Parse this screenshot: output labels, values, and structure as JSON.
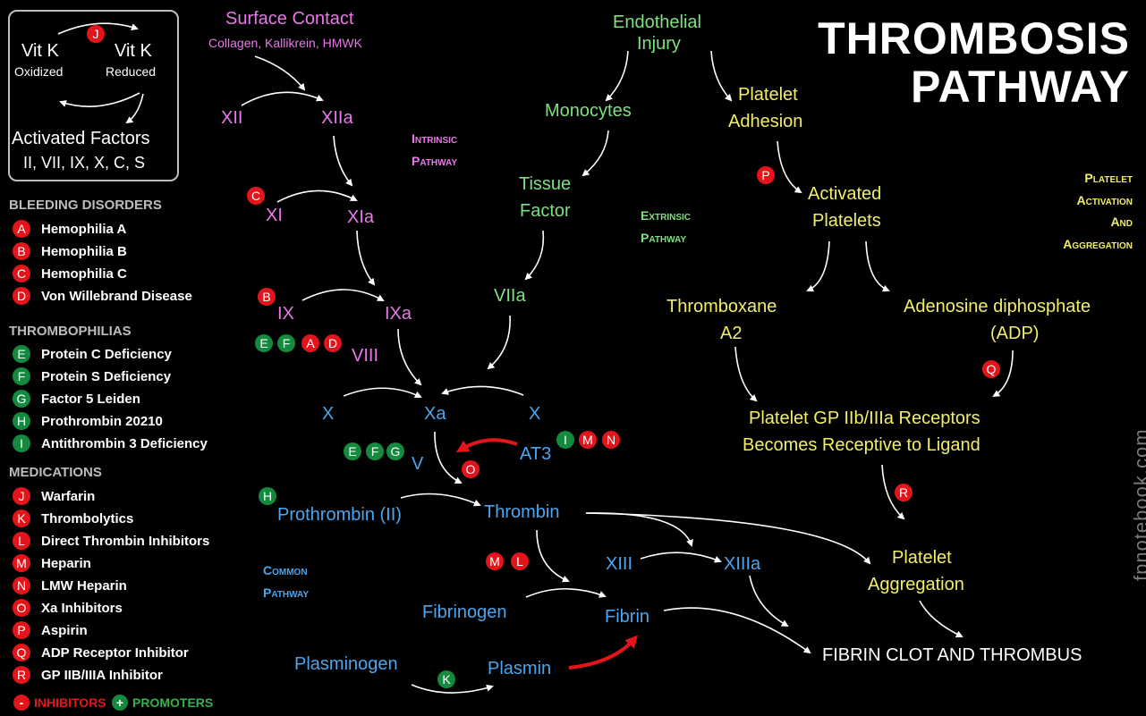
{
  "title_line1": "THROMBOSIS",
  "title_line2": "PATHWAY",
  "vitk": {
    "oxidized_a": "Vit K",
    "oxidized_b": "Oxidized",
    "reduced_a": "Vit K",
    "reduced_b": "Reduced",
    "badge": "J",
    "activated_a": "Activated Factors",
    "activated_b": "II, VII, IX, X, C, S"
  },
  "legend": {
    "bleeding_head": "BLEEDING DISORDERS",
    "bleeding": [
      {
        "letter": "A",
        "label": "Hemophilia A"
      },
      {
        "letter": "B",
        "label": "Hemophilia B"
      },
      {
        "letter": "C",
        "label": "Hemophilia C"
      },
      {
        "letter": "D",
        "label": "Von Willebrand Disease"
      }
    ],
    "thrombo_head": "THROMBOPHILIAS",
    "thrombo": [
      {
        "letter": "E",
        "label": "Protein C Deficiency"
      },
      {
        "letter": "F",
        "label": "Protein S Deficiency"
      },
      {
        "letter": "G",
        "label": "Factor 5 Leiden"
      },
      {
        "letter": "H",
        "label": "Prothrombin 20210"
      },
      {
        "letter": "I",
        "label": "Antithrombin 3 Deficiency"
      }
    ],
    "med_head": "MEDICATIONS",
    "meds": [
      {
        "letter": "J",
        "label": "Warfarin"
      },
      {
        "letter": "K",
        "label": "Thrombolytics"
      },
      {
        "letter": "L",
        "label": "Direct Thrombin Inhibitors"
      },
      {
        "letter": "M",
        "label": "Heparin"
      },
      {
        "letter": "N",
        "label": "LMW Heparin"
      },
      {
        "letter": "O",
        "label": "Xa Inhibitors"
      },
      {
        "letter": "P",
        "label": "Aspirin"
      },
      {
        "letter": "Q",
        "label": "ADP Receptor Inhibitor"
      },
      {
        "letter": "R",
        "label": "GP IIB/IIIA Inhibitor"
      }
    ],
    "inhibitors_sign": "-",
    "inhibitors": "INHIBITORS",
    "promoters_sign": "+",
    "promoters": "PROMOTERS"
  },
  "colors": {
    "inhibitor": "#e3151a",
    "promoter": "#138a3e",
    "intrinsic": "#e879e8",
    "extrinsic": "#7ee07e",
    "common": "#4aa6ef",
    "platelet": "#f2ee6a"
  },
  "intrinsic": {
    "surface_contact": "Surface Contact",
    "surface_sub": "Collagen, Kallikrein, HMWK",
    "XII": "XII",
    "XIIa": "XIIa",
    "XI": "XI",
    "XIa": "XIa",
    "IX": "IX",
    "IXa": "IXa",
    "VIII": "VIII",
    "label_a": "Intrinsic",
    "label_b": "Pathway"
  },
  "extrinsic": {
    "endothelial_a": "Endothelial",
    "endothelial_b": "Injury",
    "monocytes": "Monocytes",
    "tissue_a": "Tissue",
    "tissue_b": "Factor",
    "VIIa": "VIIa",
    "label_a": "Extrinsic",
    "label_b": "Pathway"
  },
  "common": {
    "X_left": "X",
    "Xa": "Xa",
    "X_right": "X",
    "V": "V",
    "AT3": "AT3",
    "prothrombin": "Prothrombin (II)",
    "thrombin": "Thrombin",
    "XIII": "XIII",
    "XIIIa": "XIIIa",
    "fibrinogen": "Fibrinogen",
    "fibrin": "Fibrin",
    "plasminogen": "Plasminogen",
    "plasmin": "Plasmin",
    "label_a": "Common",
    "label_b": "Pathway"
  },
  "platelet": {
    "adhesion_a": "Platelet",
    "adhesion_b": "Adhesion",
    "activated_a": "Activated",
    "activated_b": "Platelets",
    "thromboxane_a": "Thromboxane",
    "thromboxane_b": "A2",
    "adp_a": "Adenosine diphosphate",
    "adp_b": "(ADP)",
    "gp_a": "Platelet GP IIb/IIIa Receptors",
    "gp_b": "Becomes Receptive to Ligand",
    "aggregation_a": "Platelet",
    "aggregation_b": "Aggregation",
    "label_1": "Platelet",
    "label_2": "Activation",
    "label_3": "And",
    "label_4": "Aggregation"
  },
  "clot": "FIBRIN CLOT AND THROMBUS",
  "badges": {
    "C": "C",
    "B": "B",
    "E1": "E",
    "F1": "F",
    "A": "A",
    "D": "D",
    "E2": "E",
    "F2": "F",
    "G": "G",
    "H": "H",
    "I": "I",
    "M1": "M",
    "N": "N",
    "O": "O",
    "M2": "M",
    "L": "L",
    "K": "K",
    "P": "P",
    "Q": "Q",
    "R": "R"
  },
  "site": "fpnotebook.com"
}
